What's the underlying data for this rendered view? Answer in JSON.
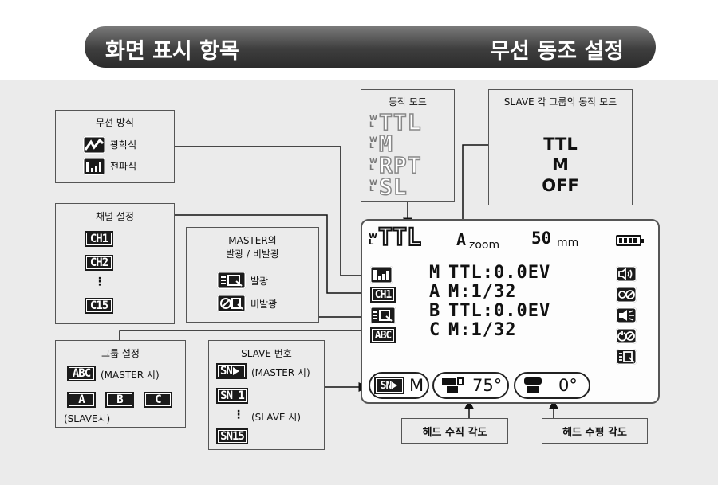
{
  "header": {
    "left_title": "화면 표시 항목",
    "right_title": "무선 동조 설정"
  },
  "wireless_method": {
    "title": "무선 방식",
    "items": [
      {
        "icon": "optical-wave-icon",
        "label": "광학식"
      },
      {
        "icon": "radio-signal-icon",
        "label": "전파식"
      }
    ]
  },
  "channel": {
    "title": "채널 설정",
    "badges": [
      "CH1",
      "CH2",
      "C15"
    ],
    "ellipsis": "⋮"
  },
  "master_flash": {
    "title": "MASTER의",
    "subtitle": "발광 / 비발광",
    "items": [
      {
        "icon": "flash-on-icon",
        "label": "발광"
      },
      {
        "icon": "flash-off-icon",
        "label": "비발광"
      }
    ]
  },
  "group": {
    "title": "그룹 설정",
    "master_badge": "ABC",
    "master_note": "(MASTER 시)",
    "slave_badges": [
      "A",
      "B",
      "C"
    ],
    "slave_note": "(SLAVE시)"
  },
  "slave_number": {
    "title": "SLAVE 번호",
    "first_badge": "SN",
    "first_note": "(MASTER 시)",
    "badge_1": "SN 1",
    "ellipsis": "⋮",
    "ellipsis_note": "(SLAVE 시)",
    "badge_15": "SN15"
  },
  "op_mode": {
    "title": "동작 모드",
    "modes": [
      "TTL",
      "M",
      "RPT",
      "SL"
    ]
  },
  "slave_group_mode": {
    "title": "SLAVE 각 그룹의 동작 모드",
    "modes": [
      "TTL",
      "M",
      "OFF"
    ]
  },
  "lcd": {
    "mode": "TTL",
    "a_label": "A",
    "zoom_label": "zoom",
    "zoom_value": "50",
    "zoom_unit": "mm",
    "rows": [
      {
        "group": "M",
        "value": "TTL:0.0EV"
      },
      {
        "group": "A",
        "value": "M:1/32"
      },
      {
        "group": "B",
        "value": "TTL:0.0EV"
      },
      {
        "group": "C",
        "value": "M:1/32"
      }
    ],
    "left_badges": [
      "CH1",
      "ABC"
    ],
    "bottom": {
      "sn_badge": "SN",
      "sn_mode": "M",
      "vertical_angle": "75°",
      "horizontal_angle": "0°"
    }
  },
  "captions": {
    "vertical": "헤드 수직 각도",
    "horizontal": "헤드 수평 각도"
  }
}
